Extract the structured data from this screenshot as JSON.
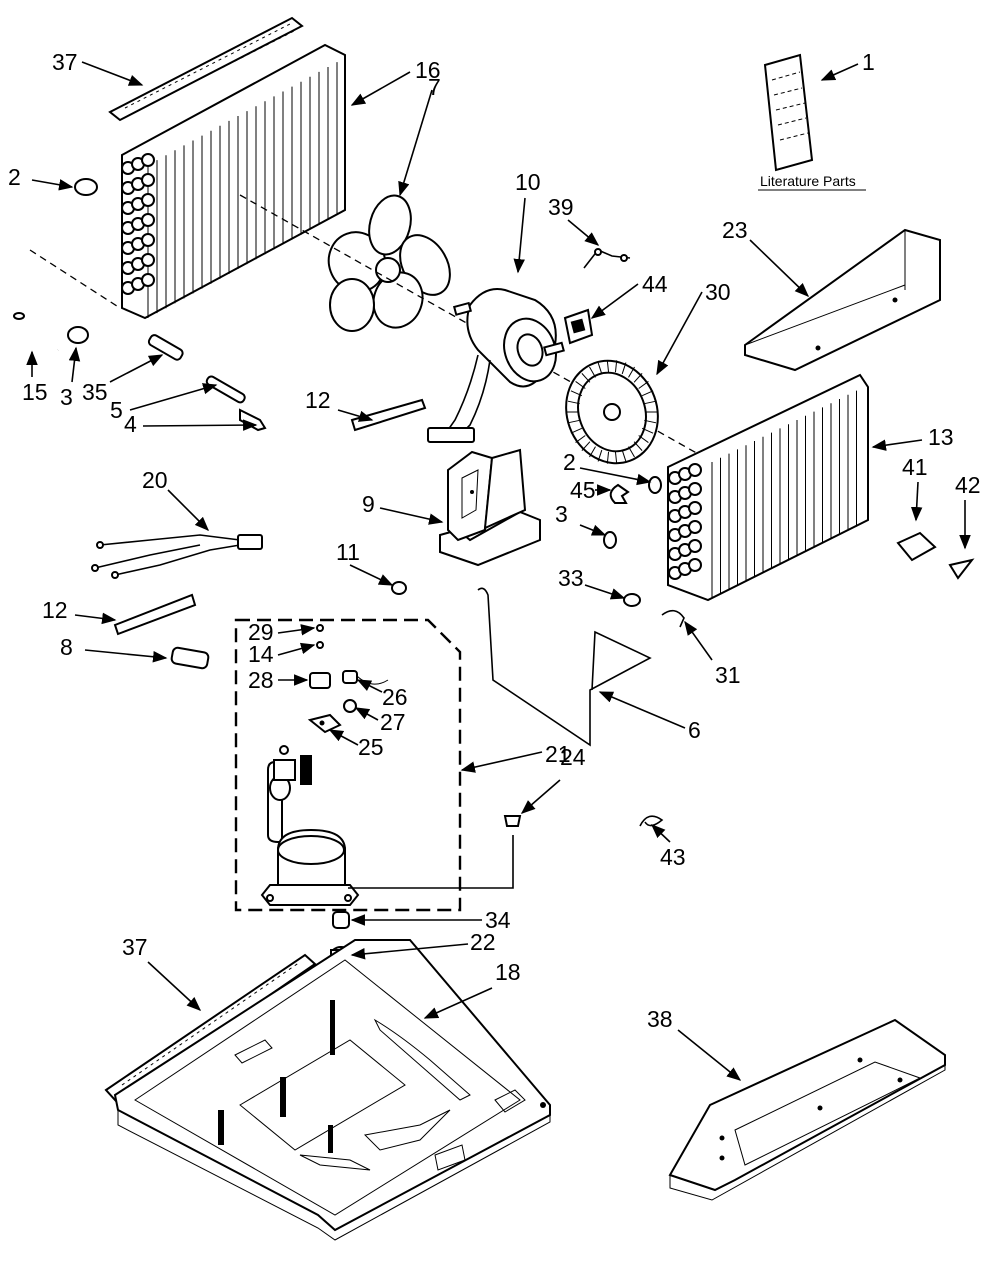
{
  "caption": "Literature Parts",
  "callouts": [
    "37",
    "16",
    "7",
    "1",
    "2",
    "10",
    "39",
    "23",
    "44",
    "30",
    "15",
    "3",
    "35",
    "5",
    "4",
    "12",
    "13",
    "2",
    "45",
    "41",
    "42",
    "20",
    "9",
    "3",
    "11",
    "33",
    "12",
    "8",
    "29",
    "14",
    "28",
    "26",
    "27",
    "25",
    "31",
    "6",
    "21",
    "24",
    "43",
    "34",
    "22",
    "37",
    "18",
    "38"
  ],
  "arrow_style": "solid-arrowhead",
  "line_color": "#000000",
  "background_color": "#ffffff"
}
